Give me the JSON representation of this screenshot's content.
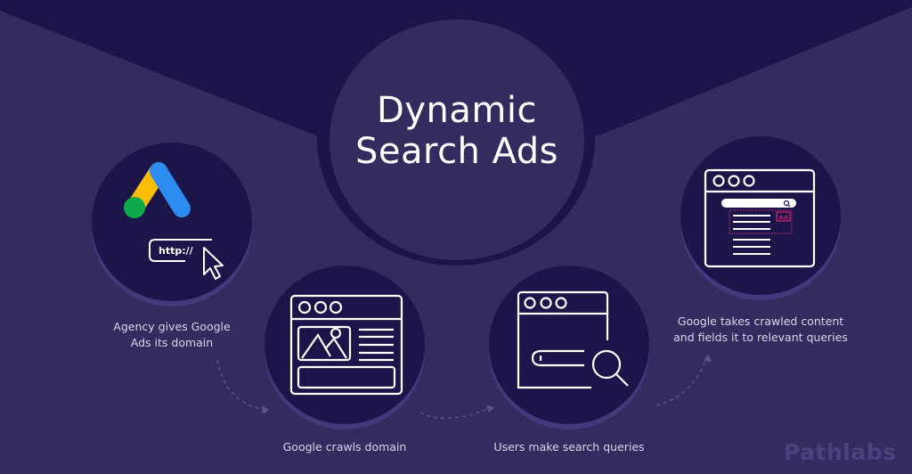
{
  "title": {
    "line1": "Dynamic",
    "line2": "Search Ads"
  },
  "colors": {
    "background_dark": "#1c1549",
    "background_light": "#342c5e",
    "circle_fill": "#1c1549",
    "circle_shadow": "#433a7e",
    "icon_stroke": "#ffffff",
    "ad_highlight": "#b0246a",
    "google_blue": "#2d8cf0",
    "google_yellow": "#fbbc04",
    "google_green": "#0fa94a",
    "caption_text": "#d9d5ea",
    "brand_text": "#4a4380"
  },
  "steps": [
    {
      "id": "step-1",
      "icon": "google-ads-url-cursor-icon",
      "url_text": "http://",
      "caption_line1": "Agency gives Google",
      "caption_line2": "Ads its domain"
    },
    {
      "id": "step-2",
      "icon": "browser-webpage-icon",
      "caption_line1": "Google crawls domain"
    },
    {
      "id": "step-3",
      "icon": "browser-search-icon",
      "caption_line1": "Users make search queries"
    },
    {
      "id": "step-4",
      "icon": "browser-search-results-ad-icon",
      "ad_label": "Ad",
      "caption_line1": "Google takes crawled content",
      "caption_line2": "and fields it to relevant queries"
    }
  ],
  "brand": {
    "name": "Pathlabs"
  }
}
